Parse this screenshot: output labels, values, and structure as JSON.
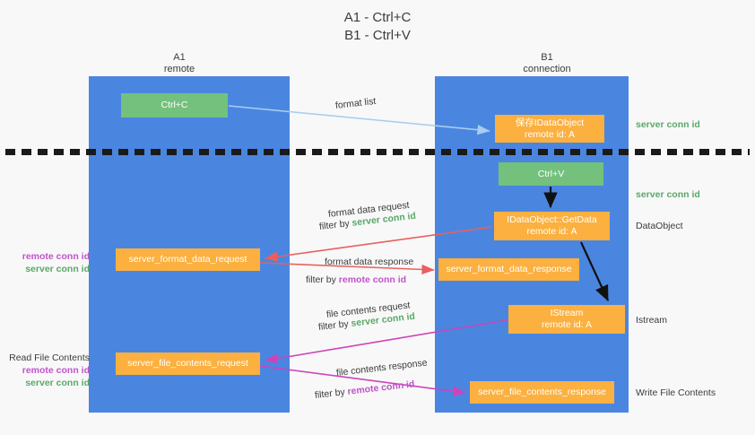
{
  "title": {
    "line1": "A1 - Ctrl+C",
    "line2": "B1 - Ctrl+V"
  },
  "columns": {
    "a1": {
      "name": "A1",
      "role": "remote"
    },
    "b1": {
      "name": "B1",
      "role": "connection"
    }
  },
  "boxes": {
    "ctrl_c": {
      "label": "Ctrl+C",
      "color": "#73c17c"
    },
    "ctrl_v": {
      "label": "Ctrl+V",
      "color": "#73c17c"
    },
    "idataobject": {
      "line1": "保存IDataObject",
      "line2": "remote id: A",
      "color": "#fbb03f"
    },
    "getdata": {
      "line1": "IDataObject::GetData",
      "line2": "remote id: A",
      "color": "#fbb03f"
    },
    "istream": {
      "line1": "IStream",
      "line2": "remote id: A",
      "color": "#fbb03f"
    },
    "server_format_data_request": {
      "label": "server_format_data_request",
      "color": "#fbb03f"
    },
    "server_format_data_response": {
      "label": "server_format_data_response",
      "color": "#fbb03f"
    },
    "server_file_contents_request": {
      "label": "server_file_contents_request",
      "color": "#fbb03f"
    },
    "server_file_contents_response": {
      "label": "server_file_contents_response",
      "color": "#fbb03f"
    }
  },
  "annotations": {
    "format_list": "format list",
    "server_conn_id_top": "server conn id",
    "server_conn_id_mid": "server conn id",
    "dataobject": "DataObject",
    "istream": "Istream",
    "write_file_contents": "Write File Contents",
    "read_file_contents": "Read File Contents",
    "remote_conn_id": "remote conn id",
    "server_conn_id": "server conn id",
    "format_data_request": "format data request",
    "format_data_response": "format data response",
    "file_contents_request": "file contents request",
    "file_contents_response": "file contents response",
    "filter_by": "filter by"
  },
  "colors": {
    "lane_blue": "#4a86e0",
    "box_orange": "#fbb03f",
    "box_green": "#73c17c",
    "green_text": "#5aa868",
    "purple_text": "#c054c9",
    "red_arrow": "#e8605c",
    "magenta_arrow": "#cc44bb",
    "blue_arrow": "#a9cdee",
    "black_arrow": "#000000",
    "background": "#f8f8f8"
  }
}
